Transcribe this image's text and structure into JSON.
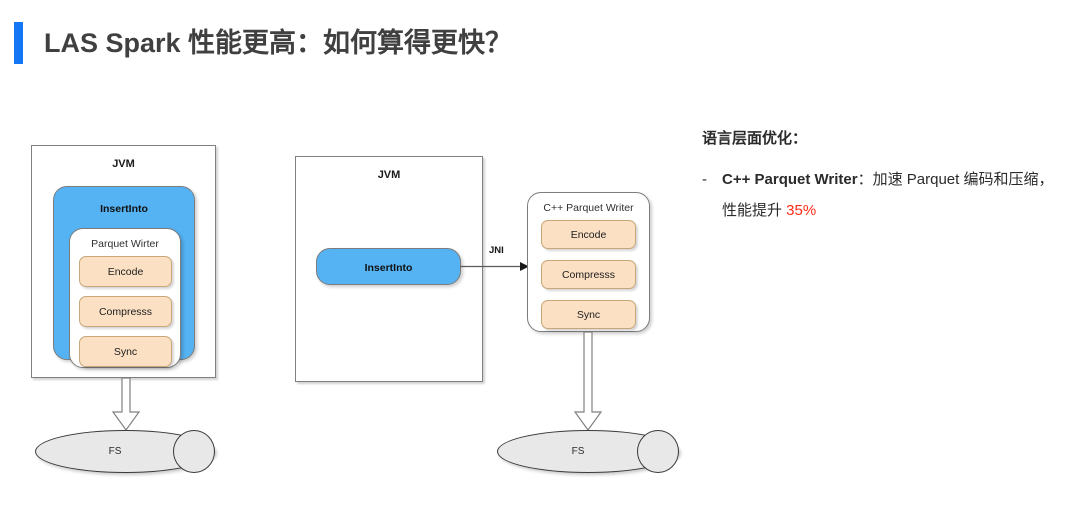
{
  "title": "LAS Spark 性能更高：如何算得更快？",
  "accent_bar_color": "#1177f5",
  "diagram_left": {
    "outer_label": "JVM",
    "blue_label": "InsertInto",
    "white_label": "Parquet Wirter",
    "steps": [
      "Encode",
      "Compresss",
      "Sync"
    ],
    "storage_label": "FS"
  },
  "diagram_right": {
    "jvm_label": "JVM",
    "blue_label": "InsertInto",
    "bridge_label": "JNI",
    "native_label": "C++ Parquet Writer",
    "steps": [
      "Encode",
      "Compresss",
      "Sync"
    ],
    "storage_label": "FS"
  },
  "notes": {
    "heading": "语言层面优化：",
    "items": [
      {
        "dash": "-",
        "strong": "C++ Parquet Writer",
        "text_before": "：加速 Parquet 编码和压缩，性能提升 ",
        "accent": "35%",
        "accent_color": "#ff2b17"
      }
    ]
  },
  "colors": {
    "blue_box": "#55b3f3",
    "peach_box": "#fbe0c4",
    "peach_border": "#c8a678",
    "cylinder_fill": "#e8e8e8",
    "title_text": "#404040"
  }
}
